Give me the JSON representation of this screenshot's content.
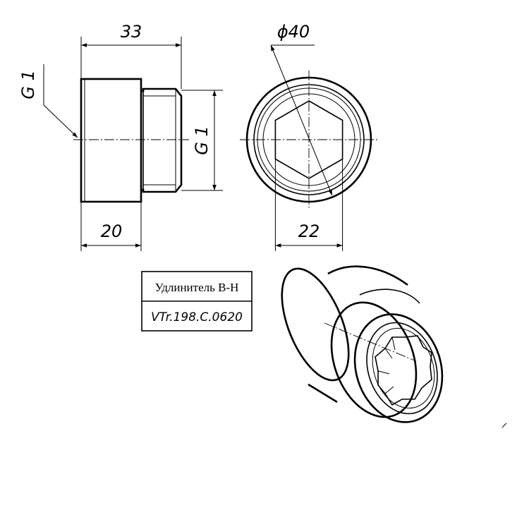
{
  "dimensions": {
    "length_total": "33",
    "diameter_outer": "ϕ40",
    "thread_left": "G 1",
    "thread_right": "G 1",
    "length_body": "20",
    "across_flats": "22"
  },
  "title_block": {
    "name": "Удлинитель В-Н",
    "code": "VTr.198.C.0620"
  },
  "colors": {
    "ink": "#000000",
    "paper": "#ffffff"
  }
}
